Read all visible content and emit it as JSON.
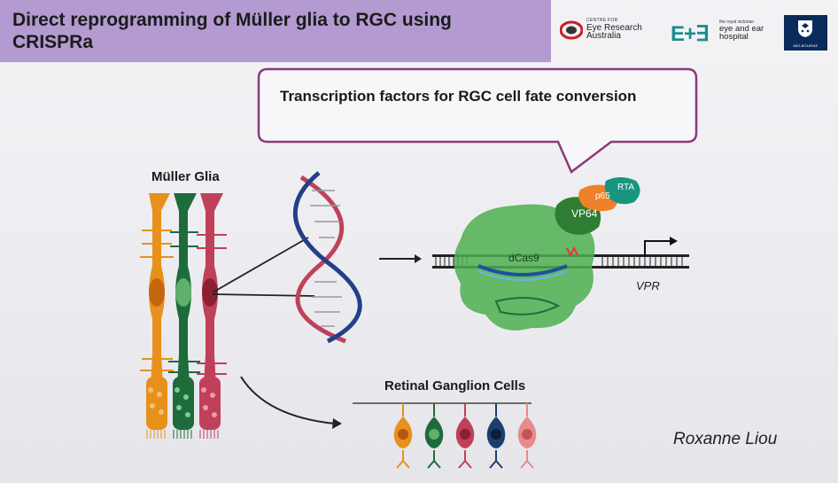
{
  "slide": {
    "title": "Direct reprogramming of Müller glia to RGC using\nCRISPRa",
    "callout": "Transcription factors for RGC cell fate conversion",
    "muller_label": "Müller Glia",
    "rgc_label": "Retinal Ganglion Cells",
    "dcas9_label": "dCas9",
    "vpr_label": "VPR",
    "domains": {
      "vp64": "VP64",
      "p65": "p65",
      "rta": "RTA"
    },
    "author": "Roxanne Liou"
  },
  "logos": {
    "cera": {
      "small": "CENTRE FOR",
      "big": "Eye Research\nAustralia"
    },
    "eye_ear": {
      "mark": "E+∃",
      "small": "the royal victorian",
      "big": "eye and ear\nhospital"
    },
    "uom": {
      "name": "MELBOURNE"
    }
  },
  "colors": {
    "title_bar": "#b39ad0",
    "callout_border": "#8a3a7a",
    "cell_orange": "#e8901c",
    "cell_green": "#1e6b3c",
    "cell_red": "#c0405a",
    "cell_blue": "#1a3f6e",
    "cell_pink": "#e88a8a",
    "dcas9": "#4caf50",
    "vp64": "#2e7d32",
    "p65": "#f0802a",
    "rta": "#17957f"
  }
}
